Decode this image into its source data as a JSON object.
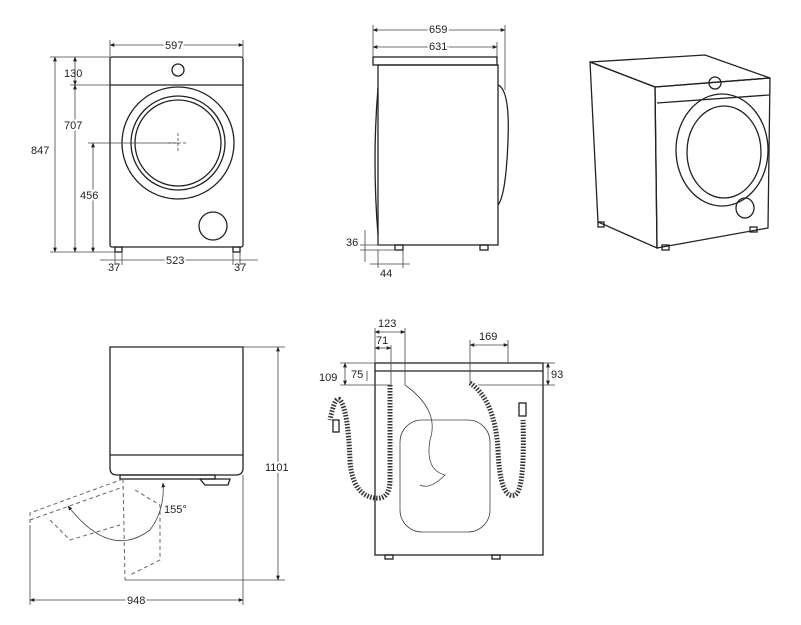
{
  "front_view": {
    "width": "597",
    "top_panel": "130",
    "door_top": "707",
    "total_height": "847",
    "door_center": "456",
    "foot_left": "37",
    "foot_span": "523",
    "foot_right": "37"
  },
  "side_view": {
    "depth_total": "659",
    "depth_body": "631",
    "foot_height": "36",
    "foot_offset": "44"
  },
  "door_view": {
    "total_height": "1101",
    "door_angle": "155°",
    "total_depth": "948"
  },
  "back_view": {
    "drain_offset": "123",
    "inlet_offset": "71",
    "right_hose_offset": "169",
    "left_outer_height": "109",
    "left_inner_height": "75",
    "right_height": "93"
  }
}
